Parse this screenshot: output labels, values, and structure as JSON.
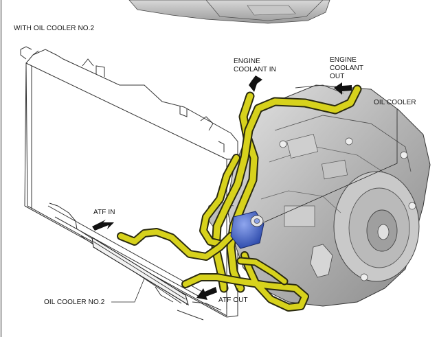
{
  "heading": "WITH OIL COOLER NO.2",
  "labels": {
    "engine_coolant_in": [
      "ENGINE",
      "COOLANT IN"
    ],
    "engine_coolant_out": [
      "ENGINE",
      "COOLANT",
      "OUT"
    ],
    "oil_cooler": "OIL COOLER",
    "atf_in": "ATF IN",
    "atf_out": "ATF OUT",
    "oil_cooler_no2": "OIL COOLER NO.2"
  },
  "colors": {
    "hose": "#d7d21c",
    "hose_outline": "#2a2a10",
    "oil_cooler": "#3b5cc4",
    "transmission": "#b9b9b9",
    "radiator_line": "#333333"
  }
}
